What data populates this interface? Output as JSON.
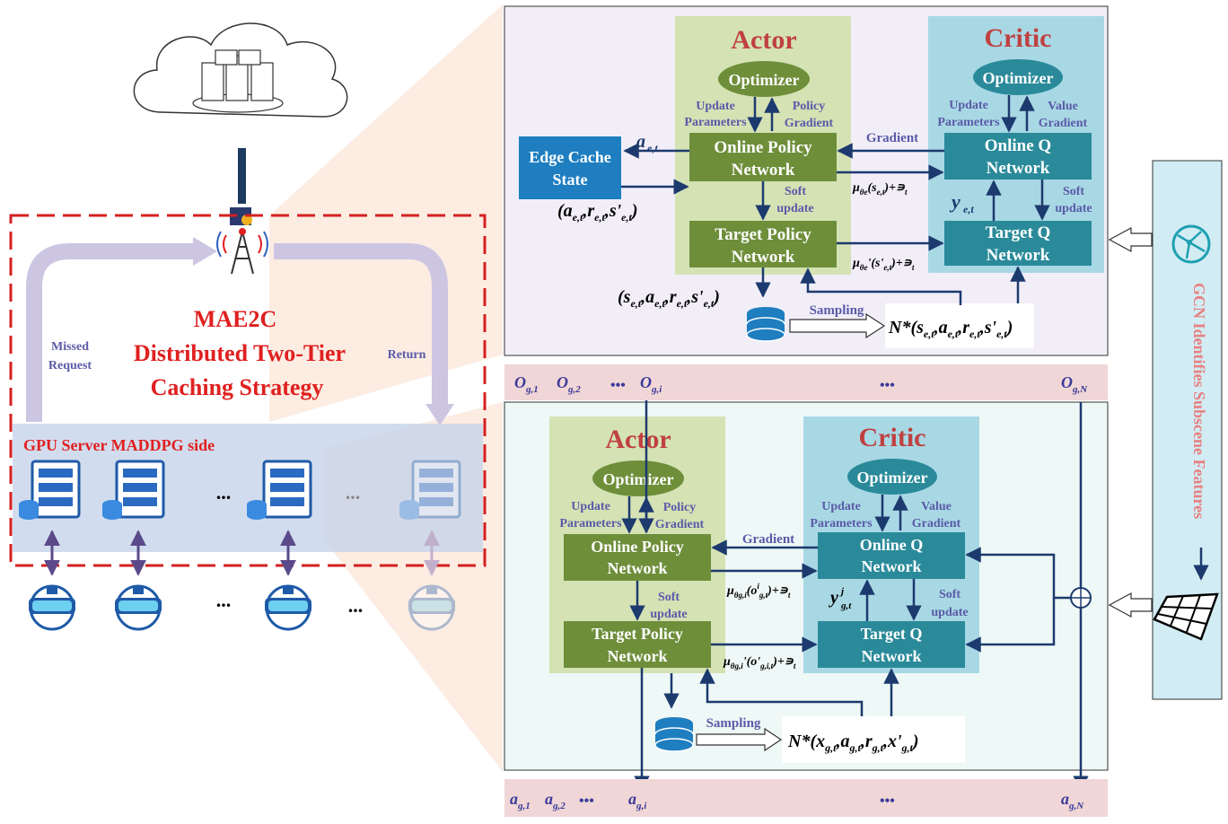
{
  "left": {
    "title_line1": "MAE2C",
    "title_line2": "Distributed Two-Tier",
    "title_line3": "Caching Strategy",
    "missed_line1": "Missed",
    "missed_line2": "Request",
    "return_label": "Return",
    "gpu_side_label": "GPU Server MADDPG  side",
    "ellipsis": "..."
  },
  "top_panel": {
    "actor_title": "Actor",
    "critic_title": "Critic",
    "optimizer": "Optimizer",
    "update_params_1": "Update",
    "update_params_2": "Parameters",
    "policy_gradient_1": "Policy",
    "policy_gradient_2": "Gradient",
    "value_gradient_1": "Value",
    "value_gradient_2": "Gradient",
    "online_policy_1": "Online Policy",
    "online_policy_2": "Network",
    "target_policy_1": "Target Policy",
    "target_policy_2": "Network",
    "online_q_1": "Online Q",
    "online_q_2": "Network",
    "target_q_1": "Target Q",
    "target_q_2": "Network",
    "soft_1": "Soft",
    "soft_2": "update",
    "gradient": "Gradient",
    "sampling": "Sampling",
    "edge_cache_1": "Edge Cache",
    "edge_cache_2": "State",
    "a_sym": "a",
    "y_sym": "y",
    "mu_sym": "μ",
    "N_sym": "N*"
  },
  "obs_row": {
    "o1": "O",
    "o2": "O",
    "oi": "O",
    "oN": "O",
    "sub1": "g,1",
    "sub2": "g,2",
    "subi": "g,i",
    "subN": "g,N",
    "dots": "•••"
  },
  "act_row": {
    "a1": "a",
    "a2": "a",
    "ai": "a",
    "aN": "a",
    "sub1": "g,1",
    "sub2": "g,2",
    "subi": "g,i",
    "subN": "g,N",
    "dots": "•••"
  },
  "bottom_panel": {
    "actor_title": "Actor",
    "critic_title": "Critic"
  },
  "gcn_label": "GCN Identifies Subscene Features",
  "colors": {
    "red": "#e02020",
    "actor_bg": "#d4e2b4",
    "critic_bg": "#a8d8e4",
    "actor_box": "#6e8e3a",
    "critic_box": "#2a8a9a",
    "edge_box": "#1e7ec0",
    "purple_text": "#5a5aa8",
    "dark_navy": "#1c3a6e",
    "pink_band": "#f0d6d6",
    "top_panel_bg": "#f2eef8",
    "bottom_panel_bg": "#eef8f6"
  }
}
